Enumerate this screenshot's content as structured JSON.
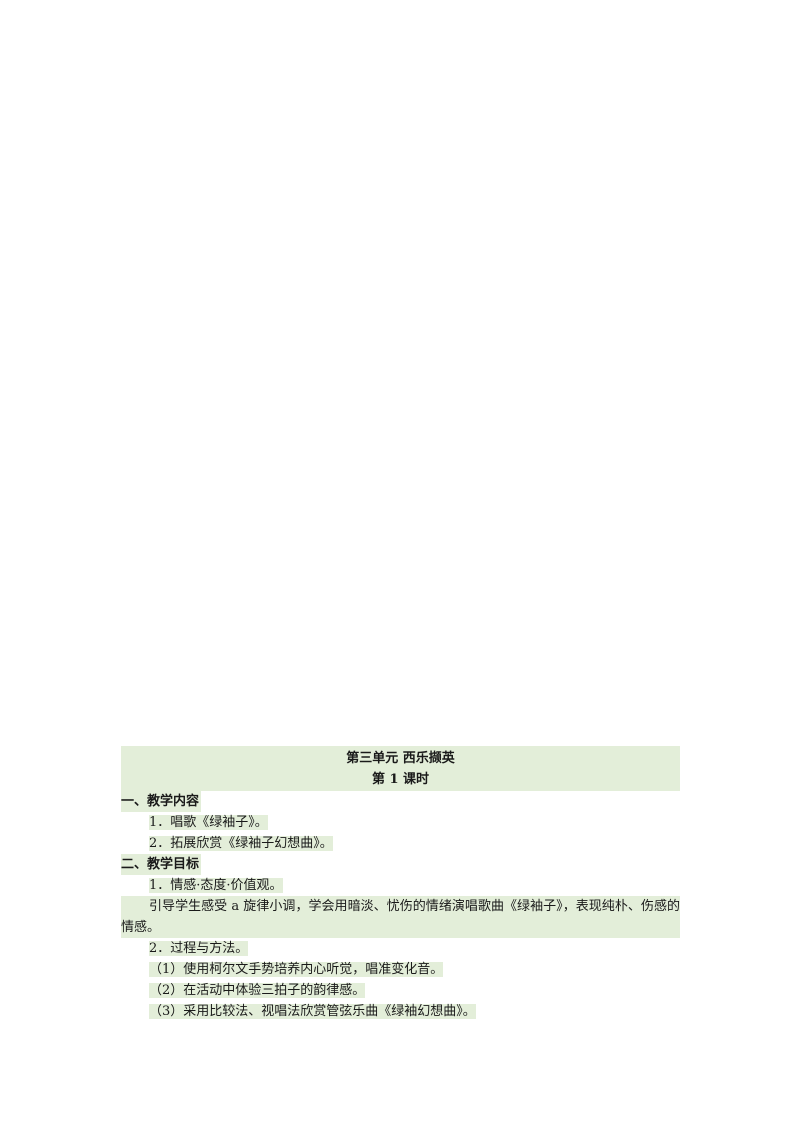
{
  "document": {
    "unit_title": "第三单元 西乐撷英",
    "lesson_title": "第 1 课时",
    "section1": {
      "heading": "一、教学内容",
      "items": [
        "1．唱歌《绿袖子》。",
        "2．拓展欣赏《绿袖子幻想曲》。"
      ]
    },
    "section2": {
      "heading": "二、教学目标",
      "goal1_title": "1．情感·态度·价值观。",
      "goal1_text": "引导学生感受 a 旋律小调，学会用暗淡、忧伤的情绪演唱歌曲《绿袖子》，表现纯朴、伤感的情感。",
      "goal2_title": "2．过程与方法。",
      "goal2_items": [
        "（1）使用柯尔文手势培养内心听觉，唱准变化音。",
        "（2）在活动中体验三拍子的韵律感。",
        "（3）采用比较法、视唱法欣赏管弦乐曲《绿袖幻想曲》。"
      ]
    }
  }
}
